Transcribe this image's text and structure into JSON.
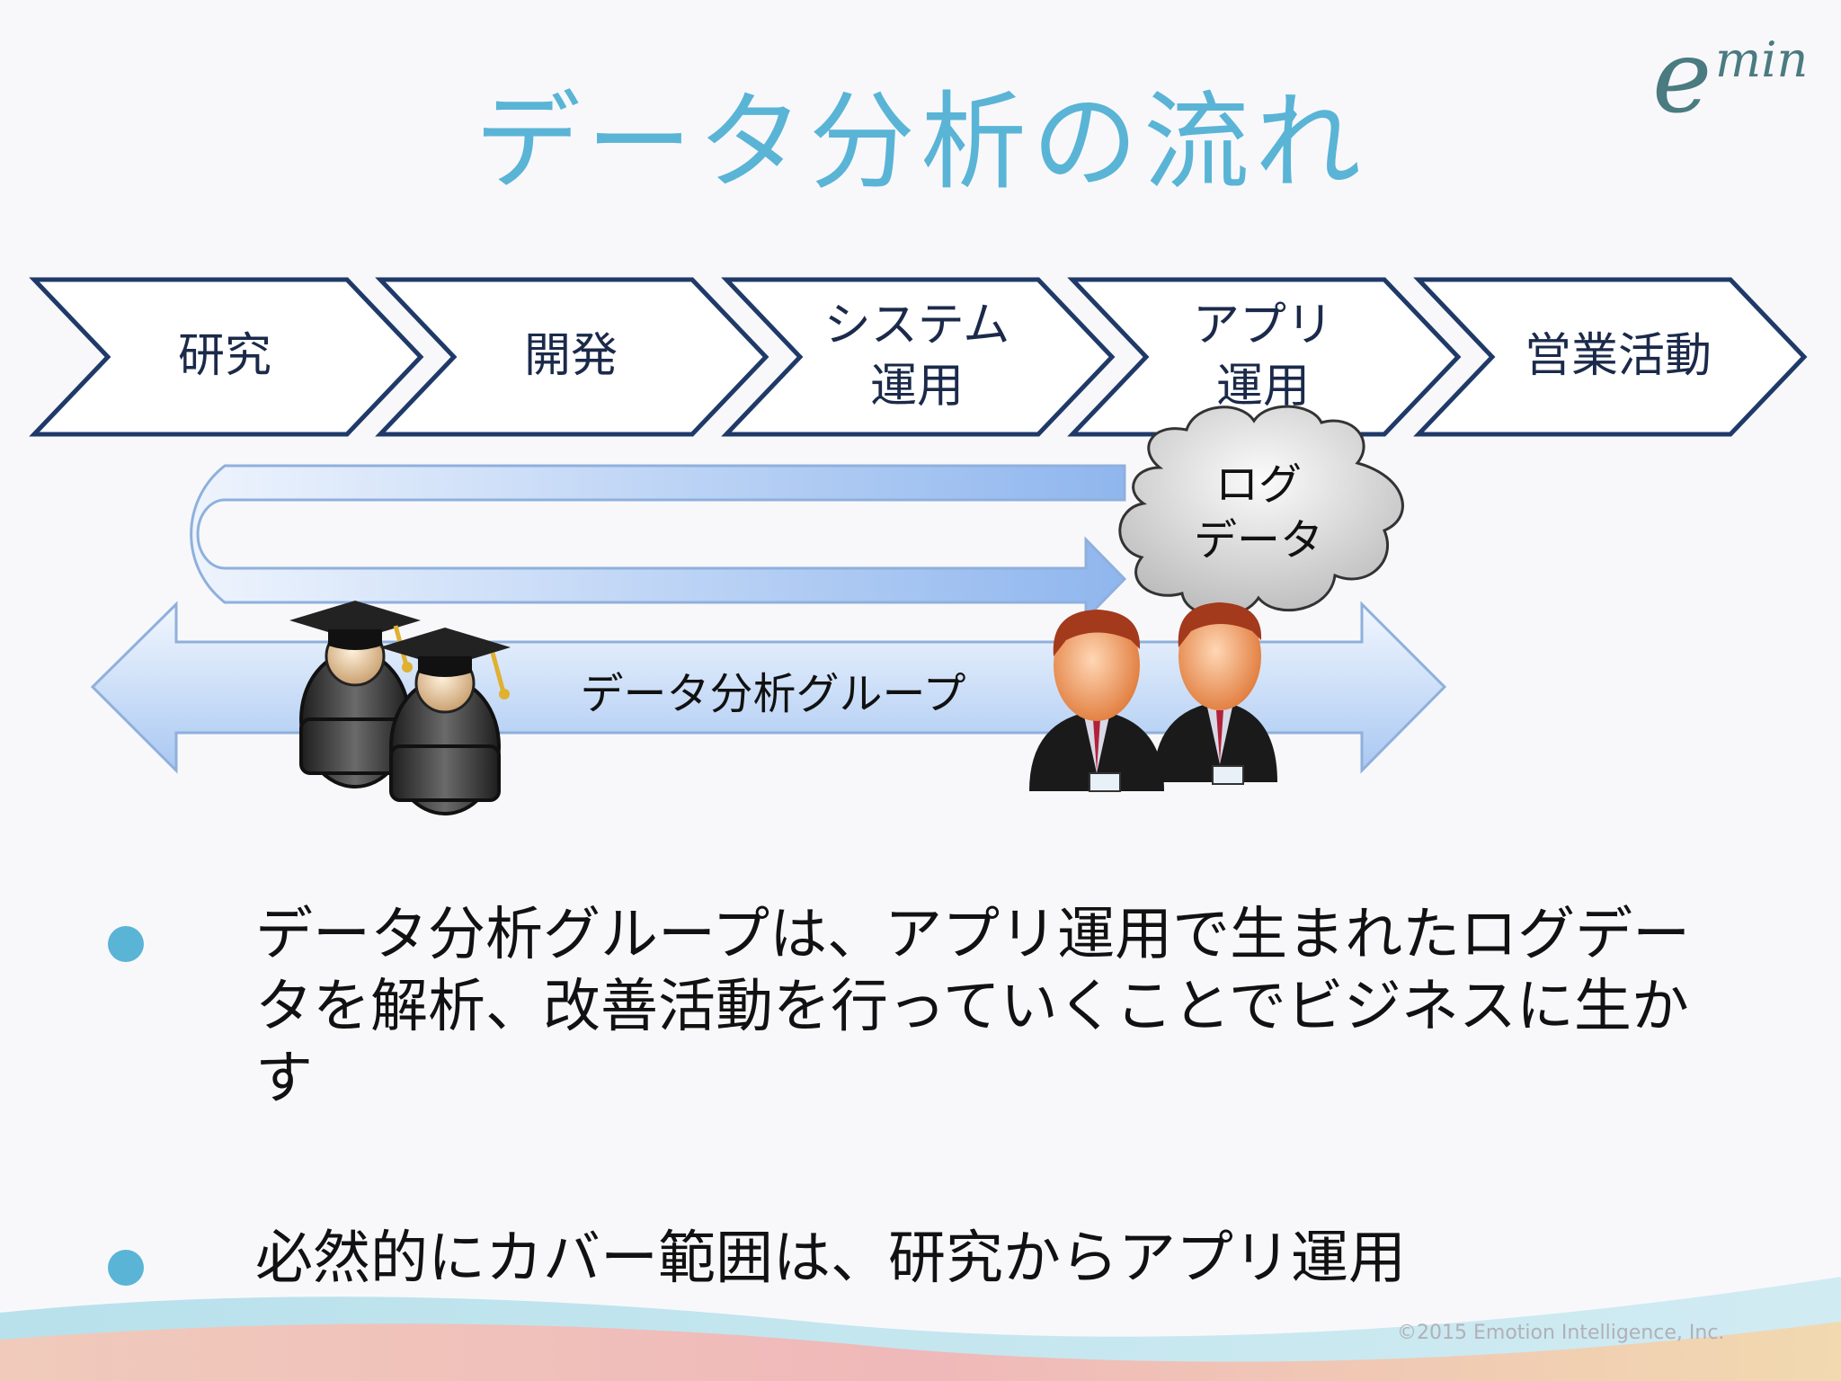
{
  "title": "データ分析の流れ",
  "logo": {
    "main": "e",
    "sup": "min"
  },
  "process_steps": [
    "研究",
    "開発",
    "システム\n運用",
    "アプリ\n運用",
    "営業活動"
  ],
  "cloud_label": "ログ\nデータ",
  "group_label": "データ分析グループ",
  "icons": {
    "researchers": "graduate-person-icon",
    "operators": "businessman-icon",
    "cloud": "cloud-shape"
  },
  "bullets": [
    "データ分析グループは、アプリ運用で生まれたログデータを解析、改善活動を行っていくことでビジネスに生かす",
    "必然的にカバー範囲は、研究からアプリ運用"
  ],
  "copyright": "©2015 Emotion Intelligence, Inc.",
  "colors": {
    "title": "#5ab4d6",
    "chevron_stroke": "#1f3a68",
    "bullet": "#5ab4d6",
    "arrow_fill_light": "#eef4fd",
    "arrow_fill_dark": "#97bdf0"
  }
}
